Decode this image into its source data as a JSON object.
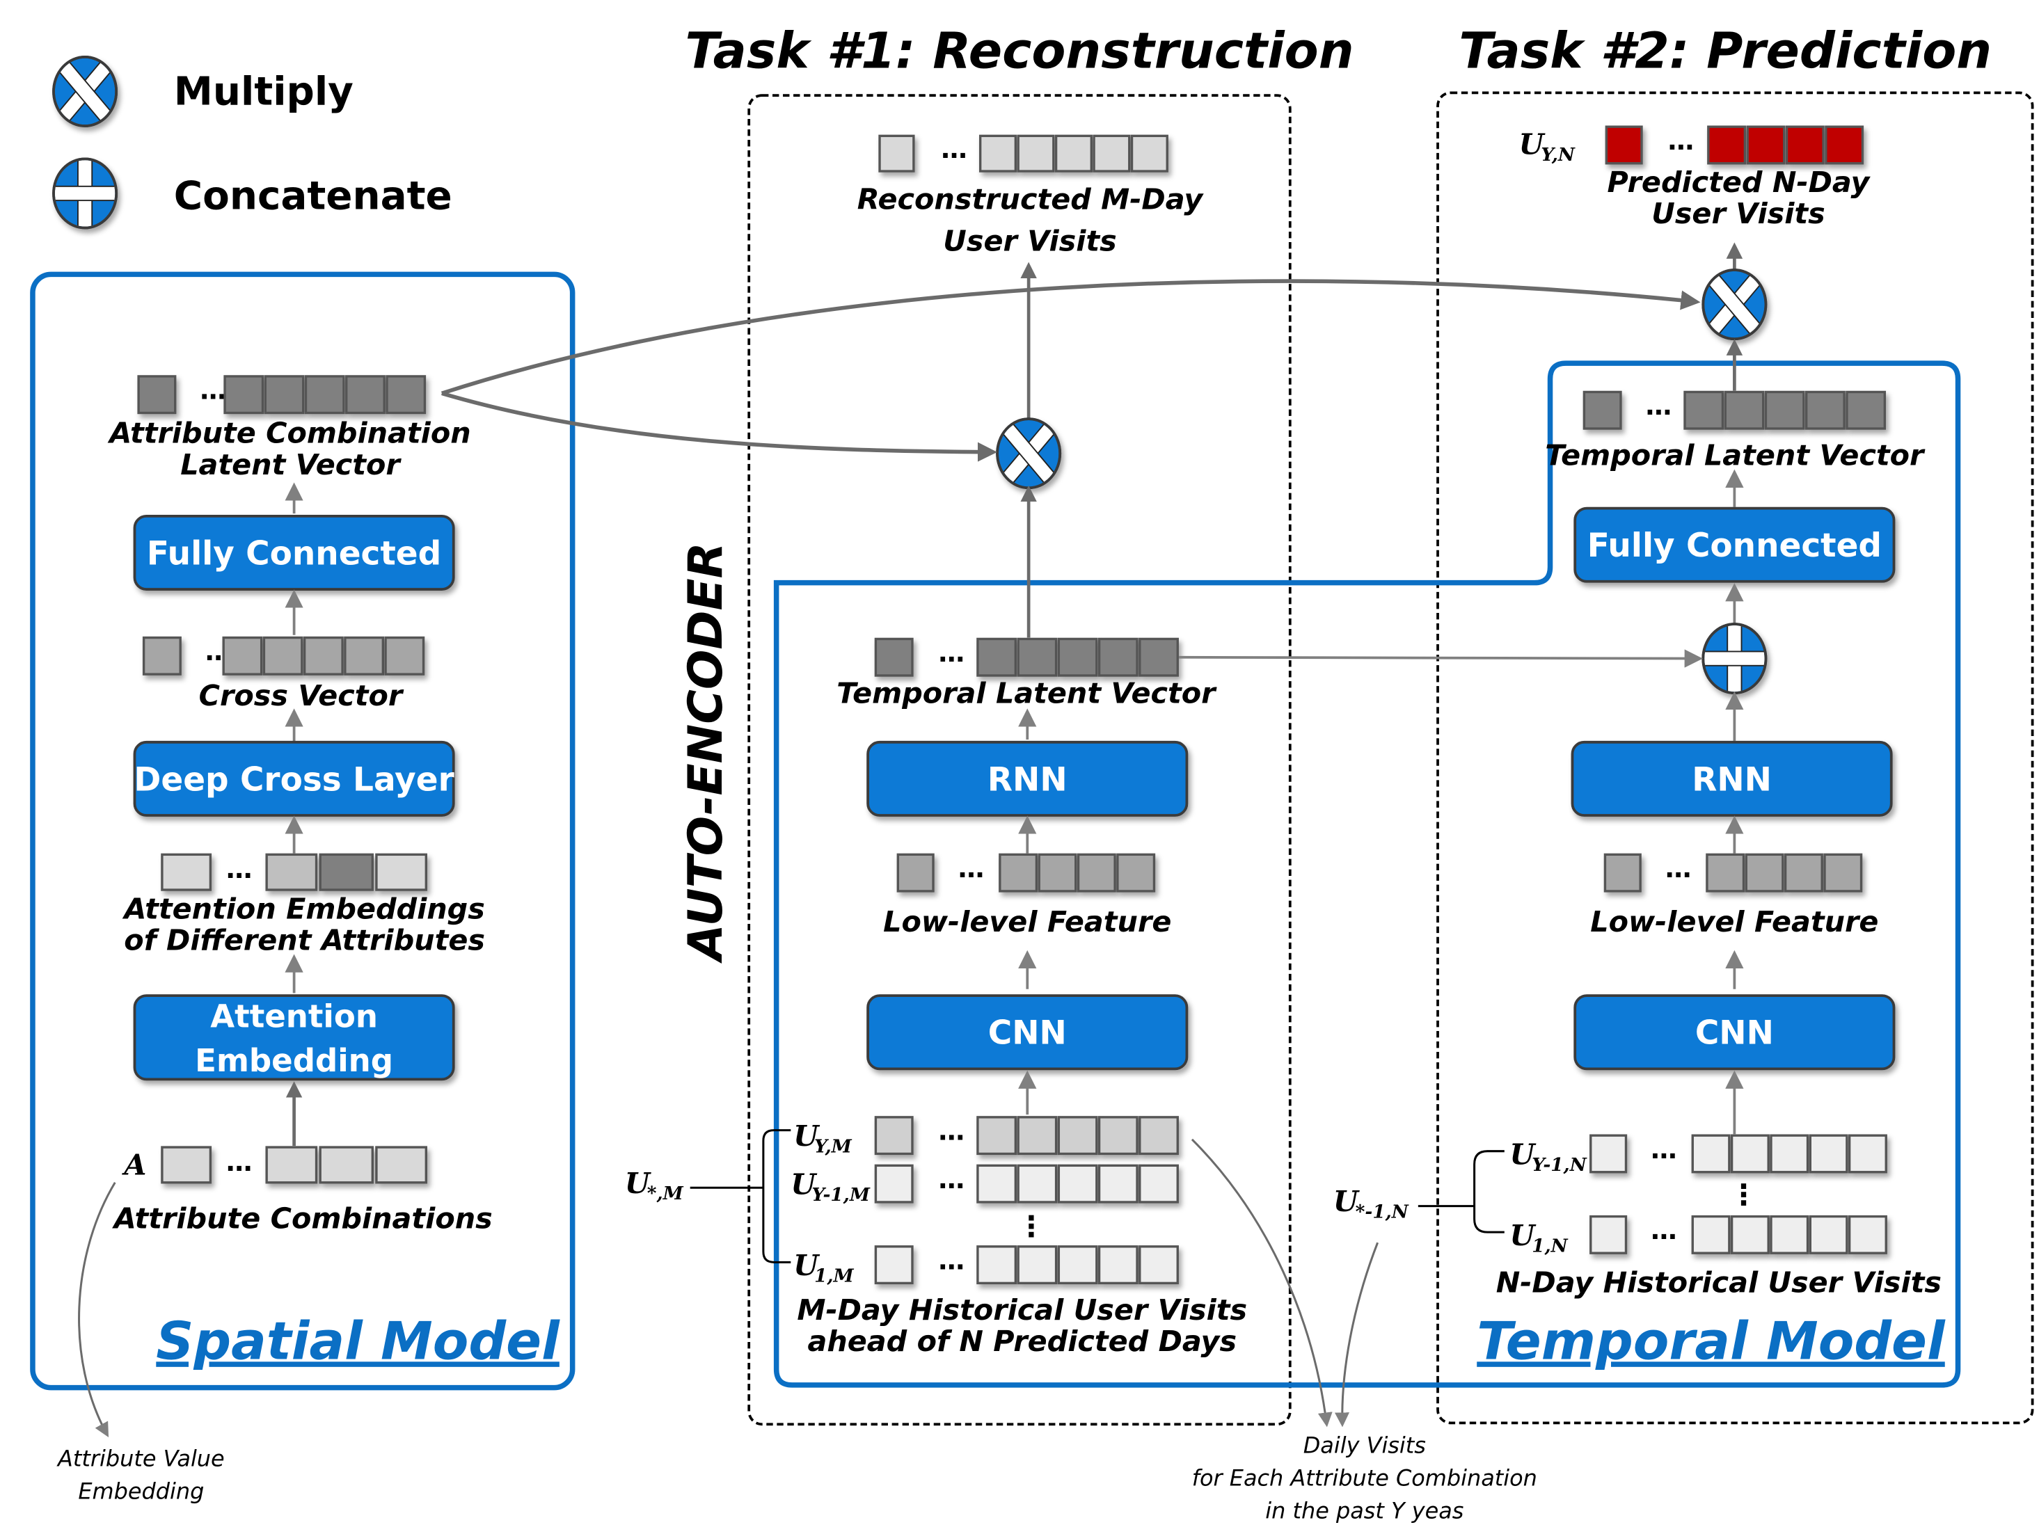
{
  "colors": {
    "block_blue": "#0a7ad6",
    "outline_blue": "#0b6fc4",
    "predicted_red": "#c00000",
    "cell_dark": "#808080",
    "cell_mid": "#a6a6a6",
    "cell_light": "#d9d9d9",
    "cell_lighter": "#eeeeee",
    "arrow_gray": "#6b6b6b"
  },
  "legend": {
    "multiply": {
      "icon": "multiply-icon",
      "label": "Multiply"
    },
    "concatenate": {
      "icon": "concatenate-icon",
      "label": "Concatenate"
    }
  },
  "tasks": {
    "task1_title": "Task #1: Reconstruction",
    "task2_title": "Task #2: Prediction"
  },
  "spatial_model": {
    "title": "Spatial Model",
    "input_symbol": "A",
    "input_label": "Attribute Combinations",
    "attention_block": [
      "Attention",
      "Embedding"
    ],
    "attention_vector_label": [
      "Attention Embeddings",
      "of Different Attributes"
    ],
    "deep_cross_block": "Deep Cross Layer",
    "cross_vector_label": "Cross Vector",
    "fc_block": "Fully Connected",
    "latent_label": [
      "Attribute Combination",
      "Latent Vector"
    ],
    "side_note": [
      "Attribute Value",
      "Embedding"
    ]
  },
  "auto_encoder": {
    "vertical_label": "AUTO-ENCODER",
    "group_symbol": "U",
    "group_sub": "*,M",
    "rows": [
      {
        "symbol": "U",
        "sub": "Y,M"
      },
      {
        "symbol": "U",
        "sub": "Y-1,M"
      },
      {
        "symbol": "U",
        "sub": "1,M"
      }
    ],
    "input_label": [
      "M-Day Historical User Visits",
      "ahead of N Predicted Days"
    ],
    "cnn_block": "CNN",
    "low_feature_label": "Low-level Feature",
    "rnn_block": "RNN",
    "latent_label": "Temporal Latent Vector",
    "output_label": [
      "Reconstructed M-Day",
      "User Visits"
    ]
  },
  "temporal_model": {
    "title": "Temporal Model",
    "group_symbol": "U",
    "group_sub": "*-1,N",
    "rows": [
      {
        "symbol": "U",
        "sub": "Y-1,N"
      },
      {
        "symbol": "U",
        "sub": "1,N"
      }
    ],
    "input_label": "N-Day Historical User Visits",
    "cnn_block": "CNN",
    "low_feature_label": "Low-level Feature",
    "rnn_block": "RNN",
    "fc_block": "Fully Connected",
    "latent_label": "Temporal Latent Vector",
    "output_symbol": "U",
    "output_sub": "Y,N",
    "output_label": [
      "Predicted N-Day",
      "User Visits"
    ]
  },
  "bottom_note": [
    "Daily Visits",
    "for Each Attribute Combination",
    "in the past Y yeas"
  ],
  "ellipsis": "…",
  "vdots": "⋮"
}
